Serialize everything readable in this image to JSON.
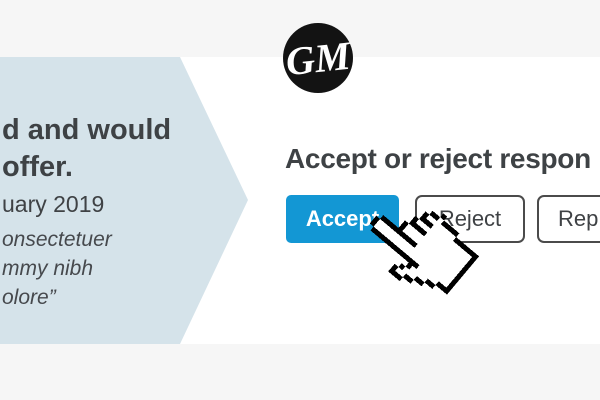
{
  "page": {
    "background_color": "#f6f6f6",
    "card_color": "#ffffff"
  },
  "logo": {
    "monogram": "GM",
    "bg_color": "#131313",
    "fg_color": "#ffffff"
  },
  "left_panel": {
    "bg_color": "#d5e3ea",
    "heading_line1": "d and would",
    "heading_line2": "offer.",
    "date": "uary 2019",
    "quote_line1": "onsectetuer",
    "quote_line2": "mmy nibh",
    "quote_line3": "olore”"
  },
  "main": {
    "heading": "Accept or reject respon",
    "accept_label": "Accept",
    "reject_label": "Reject",
    "rep_label": "Rep",
    "accent_color": "#1397d4",
    "text_color": "#3e4245",
    "button_border_color": "#4b4b4b"
  },
  "cursor": {
    "icon": "pixel-hand-cursor"
  }
}
